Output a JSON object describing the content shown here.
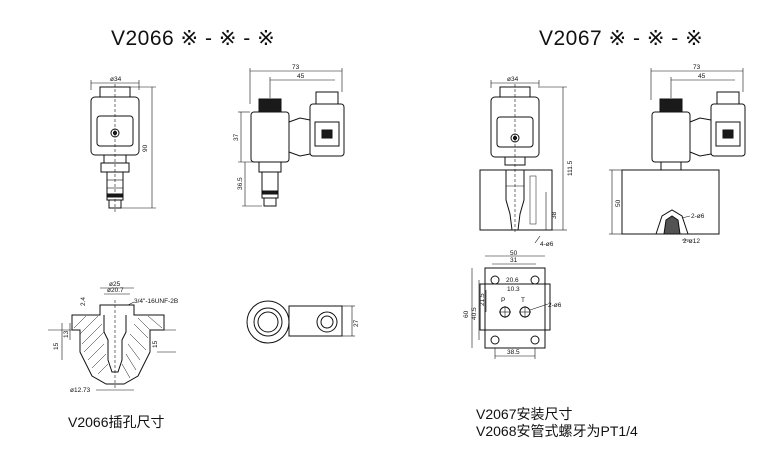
{
  "titles": {
    "v2066": "V2066 ※ - ※ - ※",
    "v2067": "V2067 ※ - ※ - ※"
  },
  "captions": {
    "v2066_cavity": "V2066插孔尺寸",
    "v2067_install": "V2067安装尺寸",
    "v2068_note": "V2068安管式螺牙为PT1/4"
  },
  "dims": {
    "d34": "ø34",
    "d90": "90",
    "d73": "73",
    "d45": "45",
    "d37": "37",
    "d36_5": "36.5",
    "d34b": "ø34",
    "d111_5": "111.5",
    "d38": "38",
    "d4_6": "4-ø6",
    "d73b": "73",
    "d45b": "45",
    "d50": "50",
    "d2_6": "2-ø6",
    "d2_12": "2-ø12",
    "d25": "ø25",
    "d20_7": "ø20.7",
    "thread": "3/4\"-16UNF-2B",
    "d2_4": "2.4",
    "d12_7": "ø12.73",
    "d15": "15",
    "d13": "13",
    "d27": "27",
    "c50": "50",
    "c31": "31",
    "c20_6": "20.6",
    "c10_3": "10.3",
    "c40_5": "40.5",
    "c21_5": "21.5",
    "c60": "60",
    "c38_5": "38.5",
    "c2_6": "2-ø6",
    "port_p": "P",
    "port_t": "T"
  }
}
